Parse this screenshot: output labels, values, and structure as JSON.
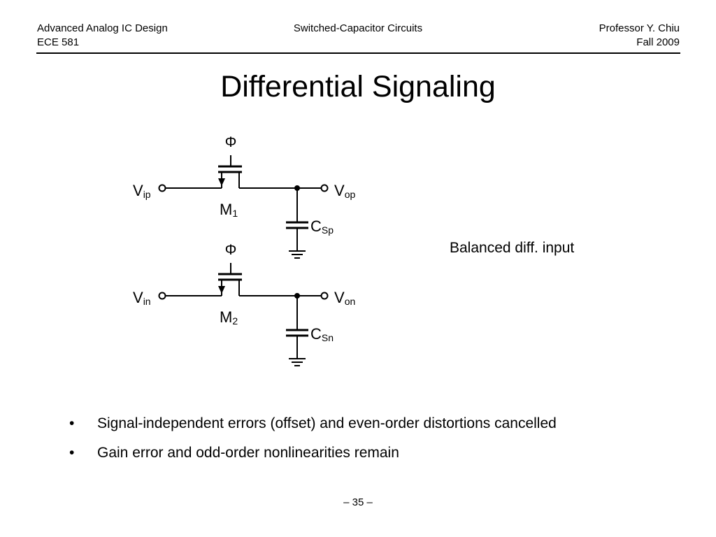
{
  "header": {
    "course": "Advanced Analog IC Design",
    "code": "ECE 581",
    "topic": "Switched-Capacitor Circuits",
    "instructor": "Professor Y. Chiu",
    "term": "Fall 2009"
  },
  "title": "Differential Signaling",
  "diagram": {
    "top": {
      "phase": "Φ",
      "input": {
        "main": "V",
        "sub": "ip"
      },
      "output": {
        "main": "V",
        "sub": "op"
      },
      "transistor": {
        "main": "M",
        "sub": "1"
      },
      "capacitor": {
        "main": "C",
        "sub": "Sp"
      }
    },
    "bottom": {
      "phase": "Φ",
      "input": {
        "main": "V",
        "sub": "in"
      },
      "output": {
        "main": "V",
        "sub": "on"
      },
      "transistor": {
        "main": "M",
        "sub": "2"
      },
      "capacitor": {
        "main": "C",
        "sub": "Sn"
      }
    },
    "note": "Balanced diff. input"
  },
  "bullets": [
    "Signal-independent errors (offset) and even-order distortions cancelled",
    "Gain error and odd-order nonlinearities remain"
  ],
  "bullet_glyph": "•",
  "page_number": "– 35 –"
}
